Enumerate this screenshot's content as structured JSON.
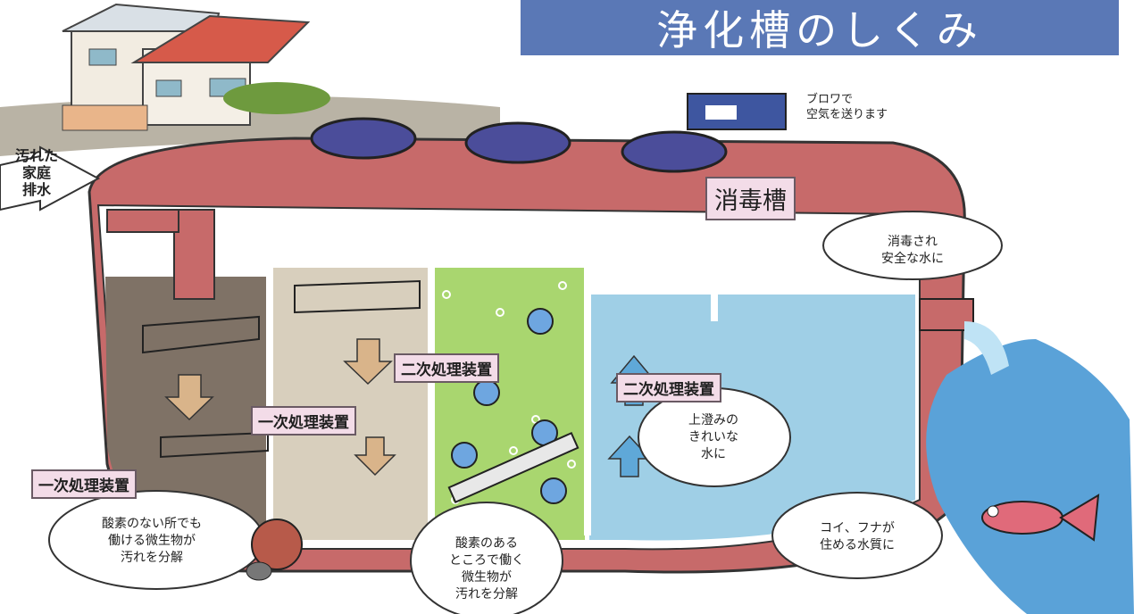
{
  "title": "浄化槽のしくみ",
  "inflow_label": [
    "汚れた",
    "家庭",
    "排水"
  ],
  "blower_note": [
    "ブロワで",
    "空気を送ります"
  ],
  "disinfection_tank": "消毒槽",
  "primary_treatment_1": "一次処理装置",
  "primary_treatment_2": "一次処理装置",
  "secondary_treatment_1": "二次処理装置",
  "secondary_treatment_2": "二次処理装置",
  "bubbles": {
    "disinfected": [
      "消毒され",
      "安全な水に"
    ],
    "supernatant": [
      "上澄みの",
      "きれいな",
      "水に"
    ],
    "anaerobic": [
      "酸素のない所でも",
      "働ける微生物が",
      "汚れを分解"
    ],
    "aerobic": [
      "酸素のある",
      "ところで働く",
      "微生物が",
      "汚れを分解"
    ],
    "fish": [
      "コイ、フナが",
      "住める水質に"
    ]
  },
  "colors": {
    "title_banner": "#5a78b6",
    "tank_wall": "#c76a6a",
    "chamber1": "#7f7266",
    "chamber2": "#d8cfbd",
    "chamber3": "#a9d66f",
    "chamber4": "#9fcfe6",
    "river": "#5aa2d8",
    "label_bg": "#f3dce8"
  }
}
